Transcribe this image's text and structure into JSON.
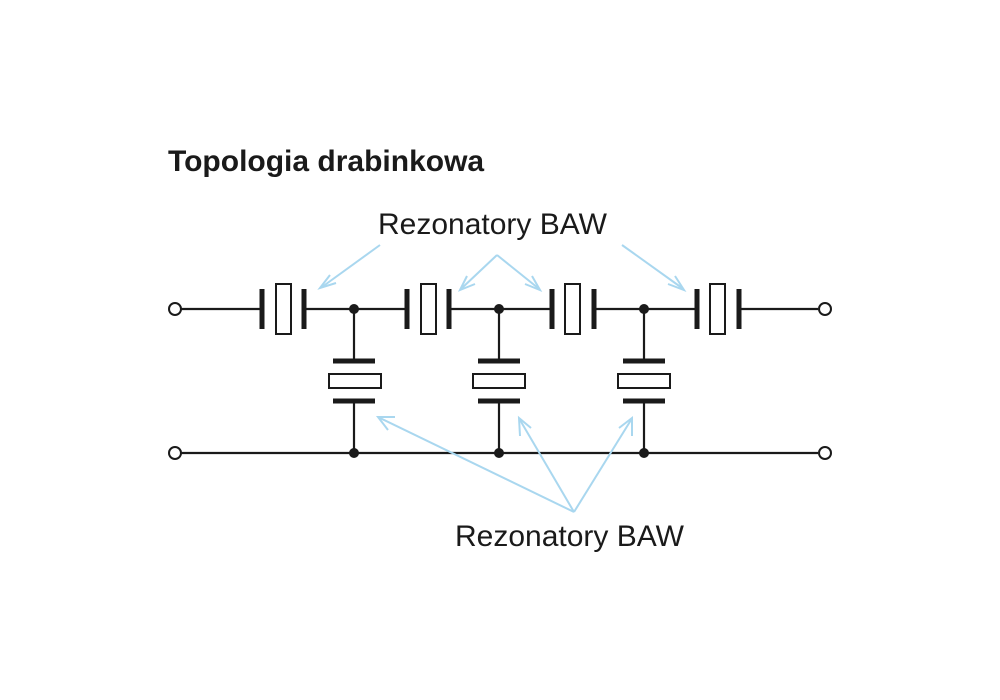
{
  "diagram": {
    "title": "Topologia drabinkowa",
    "series_label": "Rezonatory BAW",
    "shunt_label": "Rezonatory BAW",
    "pointer_color": "#a9d7ef",
    "line_color": "#1a1a1a",
    "series_resonator_count": 4,
    "shunt_resonator_count": 3
  }
}
